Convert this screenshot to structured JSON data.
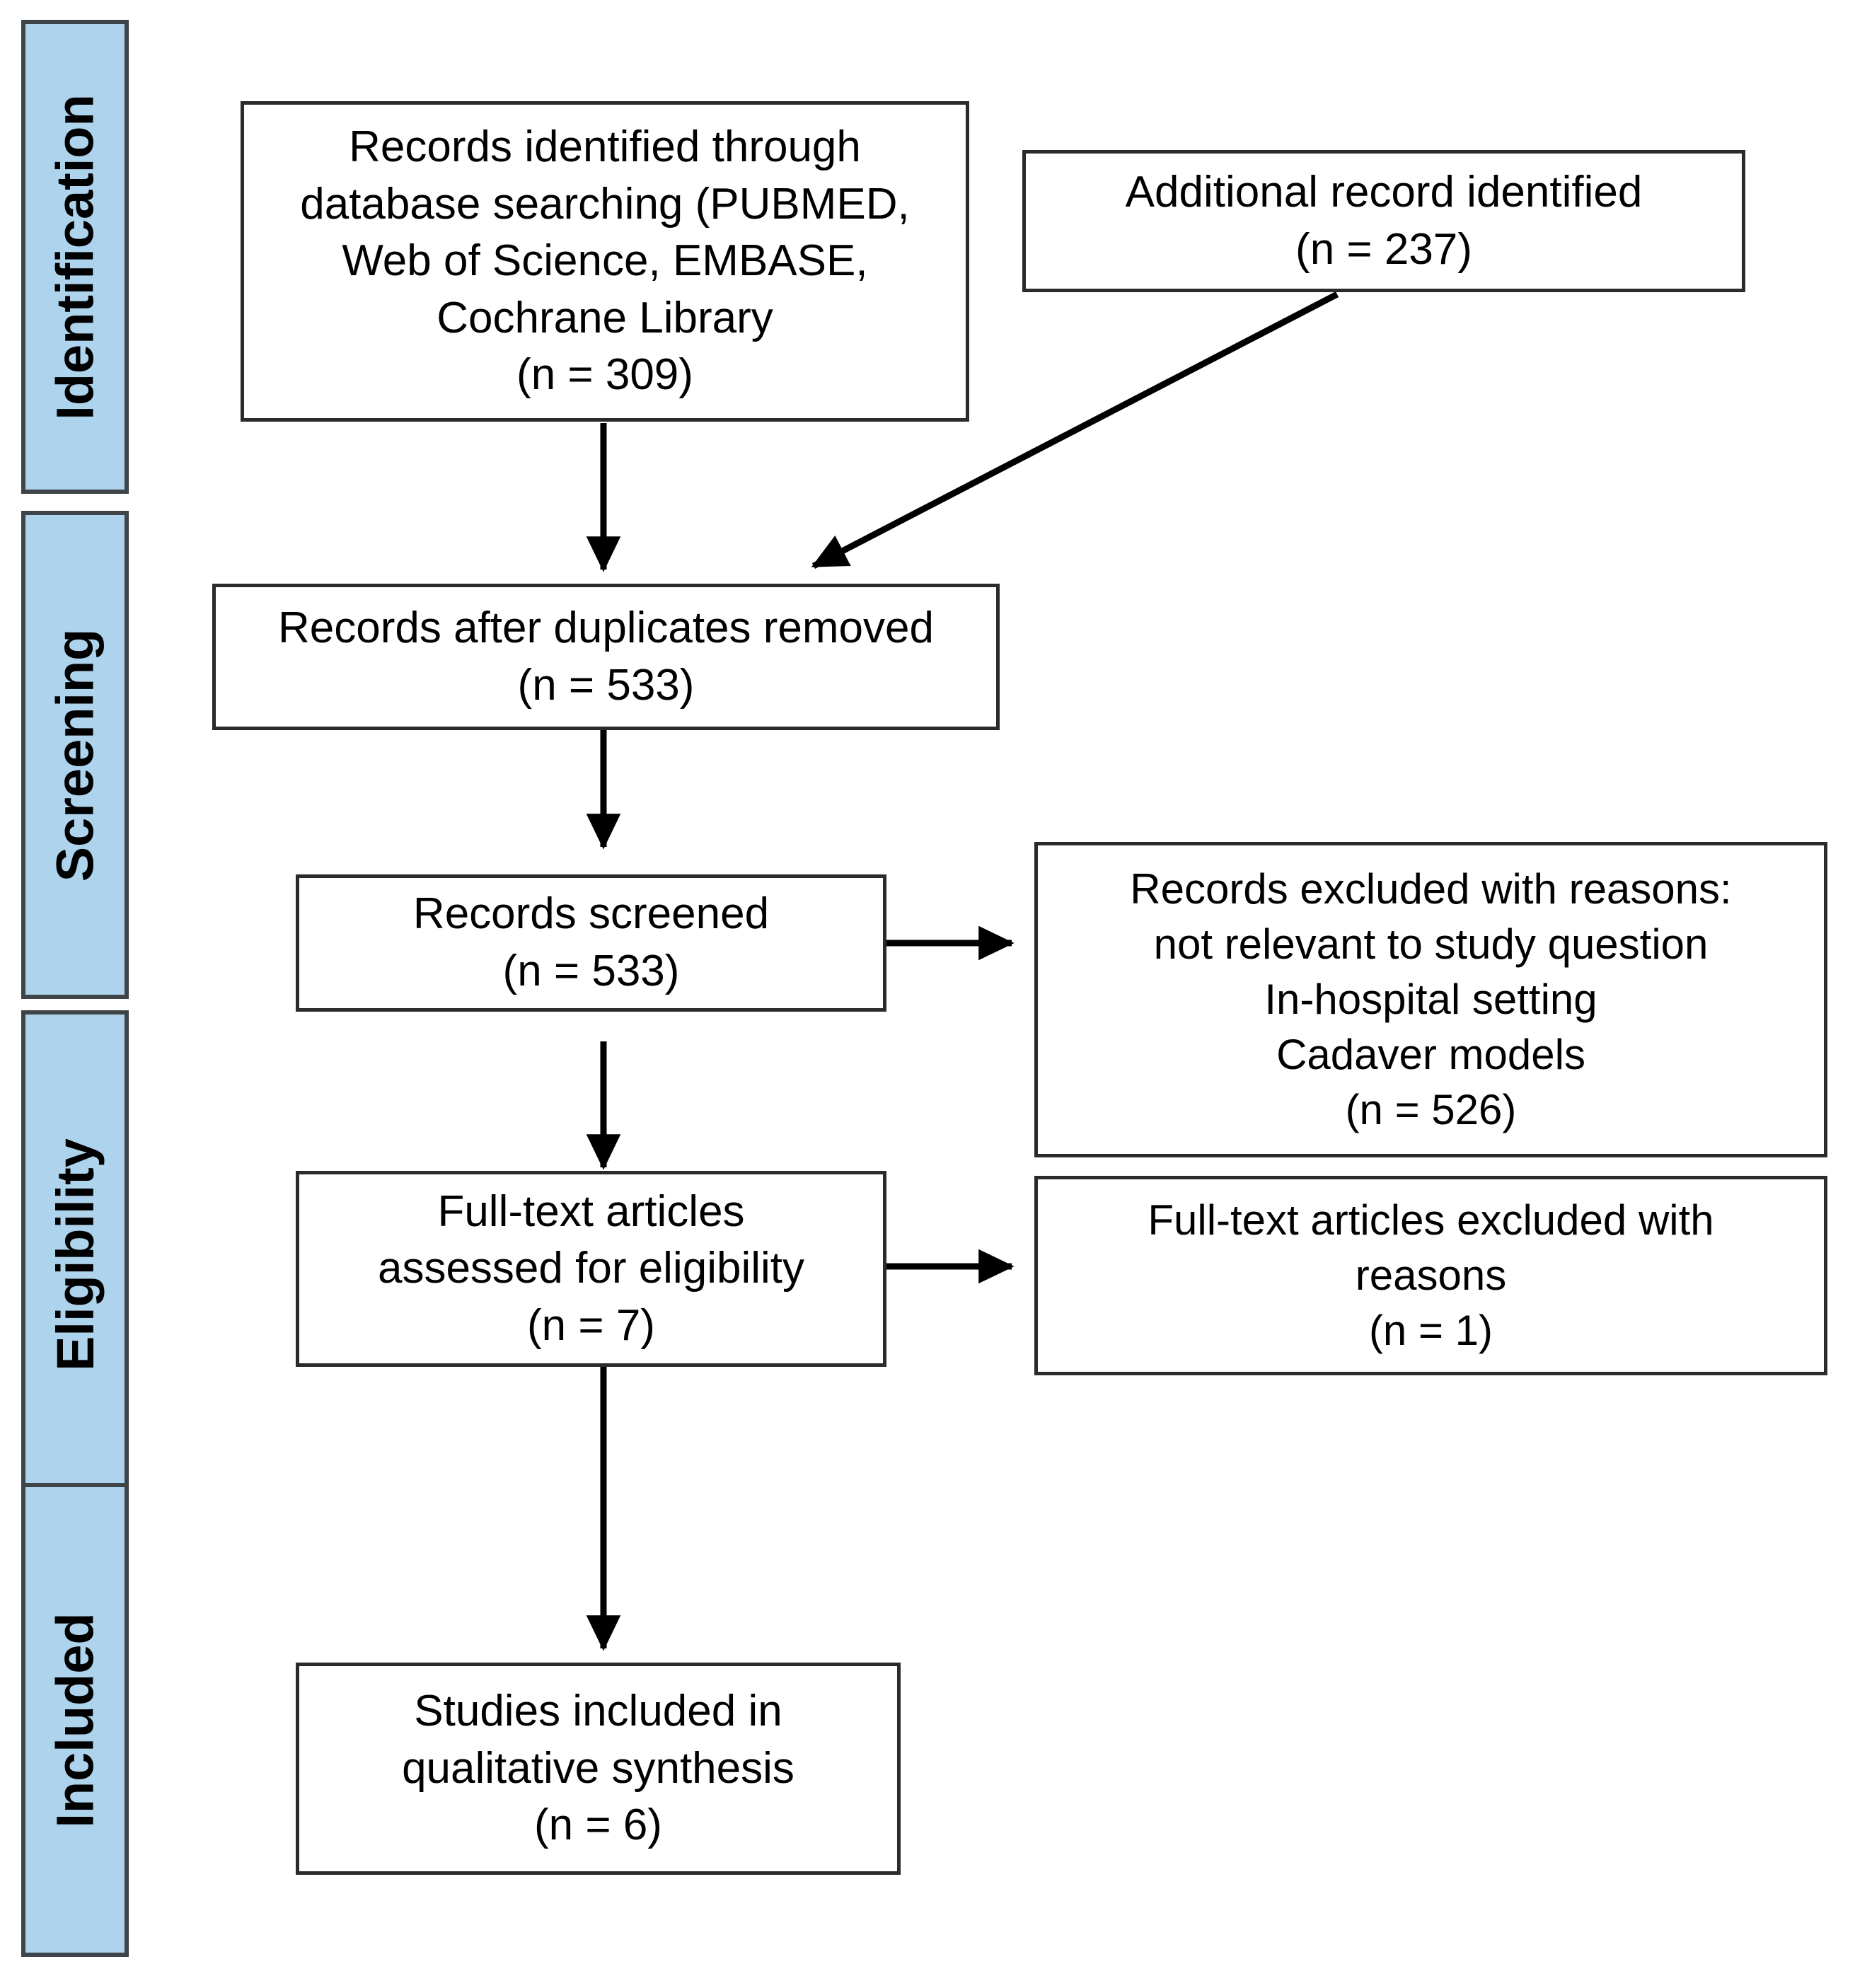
{
  "diagram": {
    "type": "PRISMA flow diagram",
    "phases": [
      {
        "id": "identification",
        "label": "Identification"
      },
      {
        "id": "screening",
        "label": "Screening"
      },
      {
        "id": "eligibility",
        "label": "Eligibility"
      },
      {
        "id": "included",
        "label": "Included"
      }
    ],
    "boxes": [
      {
        "id": "records-identified",
        "lines": [
          "Records identified through",
          "database searching (PUBMED,",
          "Web of Science, EMBASE,",
          "Cochrane Library",
          "(n = 309)"
        ],
        "count": 309
      },
      {
        "id": "additional-records",
        "lines": [
          "Additional record identified",
          "(n = 237)"
        ],
        "count": 237
      },
      {
        "id": "duplicates-removed",
        "lines": [
          "Records after duplicates removed",
          "(n = 533)"
        ],
        "count": 533
      },
      {
        "id": "records-screened",
        "lines": [
          "Records screened",
          "(n = 533)"
        ],
        "count": 533
      },
      {
        "id": "records-excluded",
        "lines": [
          "Records excluded with reasons:",
          "not relevant to study question",
          "In-hospital setting",
          "Cadaver models",
          "(n = 526)"
        ],
        "count": 526
      },
      {
        "id": "fulltext-assessed",
        "lines": [
          "Full-text articles",
          "assessed for eligibility",
          "(n = 7)"
        ],
        "count": 7
      },
      {
        "id": "fulltext-excluded",
        "lines": [
          "Full-text articles excluded with",
          "reasons",
          "(n = 1)"
        ],
        "count": 1
      },
      {
        "id": "studies-included",
        "lines": [
          "Studies included in",
          "qualitative synthesis",
          "(n = 6)"
        ],
        "count": 6
      }
    ],
    "colors": {
      "phase_bar_fill": "#aed3ec",
      "phase_bar_border": "#3f4448",
      "box_border": "#2b2b2b",
      "connector": "#000000",
      "background": "#ffffff"
    }
  }
}
